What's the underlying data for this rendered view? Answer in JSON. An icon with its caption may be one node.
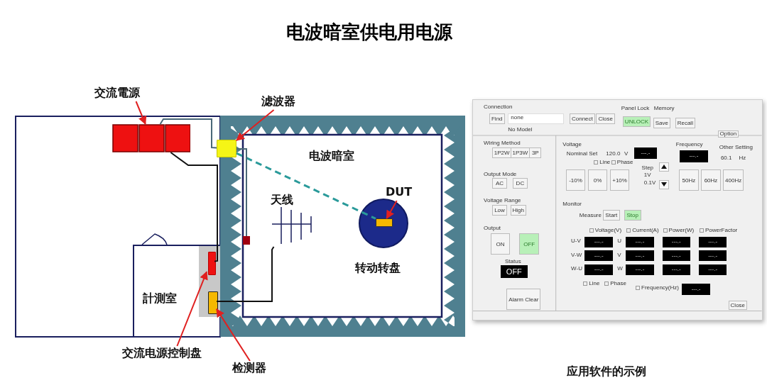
{
  "diagram": {
    "title": "电波暗室供电用电源",
    "caption": "应用软件的示例",
    "nodes": [
      {
        "text": [
          "交流電源"
        ]
      },
      {
        "text": [],
        "shape": "box"
      },
      {
        "text": [
          "滤波器"
        ]
      },
      {
        "text": [],
        "shape": "box"
      },
      {
        "text": [
          "电波暗室"
        ]
      },
      {
        "text": [
          "DUT"
        ],
        "in": 4
      },
      {
        "text": [],
        "shape": "box",
        "in": 7
      },
      {
        "text": [
          "转动转盘"
        ],
        "in": 4
      },
      {
        "text": [
          "天线"
        ],
        "in": 4
      },
      {
        "text": [
          "計測室"
        ]
      },
      {
        "text": [
          "交流电源控制盘"
        ]
      },
      {
        "text": [],
        "shape": "box",
        "in": 9
      },
      {
        "text": [
          "检测器"
        ]
      },
      {
        "text": [],
        "shape": "box",
        "in": 9
      }
    ],
    "edges": [
      {
        "from": 0,
        "to": 1,
        "arrow": "to"
      },
      {
        "from": 2,
        "to": 3,
        "arrow": "to"
      },
      {
        "from": 5,
        "to": 6,
        "arrow": "to"
      },
      {
        "from": 10,
        "to": 11,
        "arrow": "to"
      },
      {
        "from": 12,
        "to": 13,
        "arrow": "to"
      },
      {
        "from": 1,
        "to": 3,
        "arrow": "none",
        "color": "#4a6878"
      },
      {
        "from": 1,
        "to": 11,
        "arrow": "none",
        "color": "#111111"
      },
      {
        "from": 3,
        "to": 6,
        "arrow": "none",
        "style": "dashed",
        "color": "#2a9a9a"
      },
      {
        "from": 13,
        "to": 8,
        "arrow": "none",
        "color": "#111111"
      }
    ],
    "labels": [
      "Connection",
      "Find",
      "none",
      "Connect",
      "Close",
      "No Model",
      "Panel Lock",
      "UNLOCK",
      "Memory",
      "Save",
      "Recall",
      "Option",
      "Wiring Method",
      "1P2W",
      "1P3W",
      "3P",
      "Output Mode",
      "AC",
      "DC",
      "Voltage Range",
      "Low",
      "High",
      "Output",
      "ON",
      "OFF",
      "Status",
      "OFF",
      "Alarm Clear",
      "Voltage",
      "Nominal Set",
      "120.0",
      "V",
      "---.-",
      "Line",
      "Phase",
      "Step",
      "1V",
      "0.1V",
      "-10%",
      "0%",
      "+10%",
      "Frequency",
      "---.-",
      "Other Setting",
      "60.1",
      "Hz",
      "50Hz",
      "60Hz",
      "400Hz",
      "Monitor",
      "Measure",
      "Start",
      "Stop",
      "Voltage(V)",
      "Current(A)",
      "Power(W)",
      "PowerFactor",
      "U-V",
      "---.-",
      "U",
      "---.-",
      "---.-",
      "---.-",
      "V-W",
      "---.-",
      "V",
      "---.-",
      "---.-",
      "---.-",
      "W-U",
      "---.-",
      "W",
      "---.-",
      "---.-",
      "---.-",
      "Line",
      "Phase",
      "Frequency(Hz)",
      "---.-",
      "Close"
    ]
  }
}
